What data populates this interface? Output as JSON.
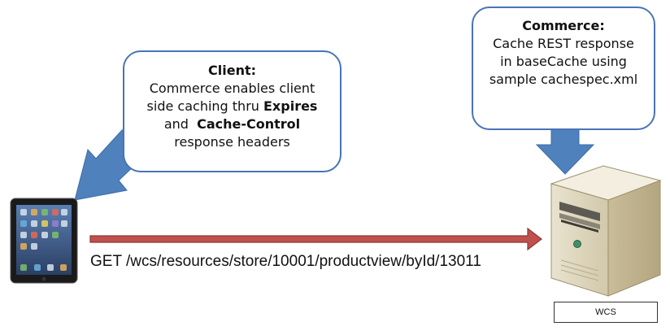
{
  "client_callout": {
    "heading": "Client:",
    "line1": "Commerce enables client",
    "line2_prefix": "side caching thru ",
    "line2_bold": "Expires",
    "line3_prefix": "and  ",
    "line3_bold": "Cache-Control",
    "line4": "response headers"
  },
  "commerce_callout": {
    "heading": "Commerce:",
    "line1": "Cache REST response",
    "line2": "in baseCache using",
    "line3": "sample cachespec.xml"
  },
  "request": {
    "label": "GET /wcs/resources/store/10001/productview/byId/13011"
  },
  "server": {
    "label": "WCS"
  },
  "colors": {
    "callout_border": "#4a73b8",
    "callout_arrow": "#4f81bd",
    "request_arrow_fill": "#c0504d",
    "request_arrow_stroke": "#8c3836"
  }
}
